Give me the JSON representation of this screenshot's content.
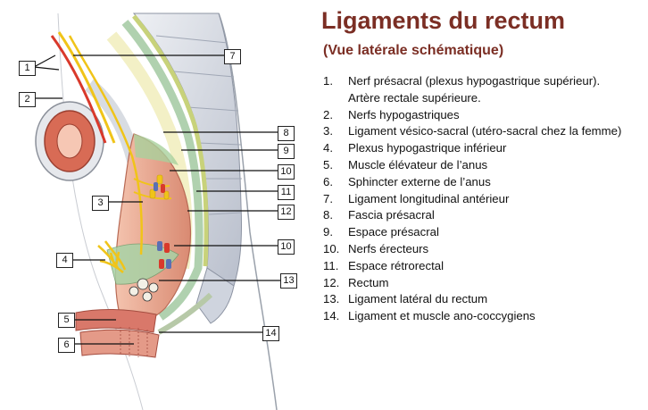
{
  "title": "Ligaments du rectum",
  "subtitle": "(Vue latérale schématique)",
  "legend": [
    {
      "num": "1.",
      "text": "Nerf présacral (plexus hypogastrique supérieur).\nArtère rectale supérieure."
    },
    {
      "num": "2.",
      "text": "Nerfs hypogastriques"
    },
    {
      "num": "3.",
      "text": "Ligament vésico-sacral (utéro-sacral chez la femme)"
    },
    {
      "num": "4.",
      "text": "Plexus hypogastrique inférieur"
    },
    {
      "num": "5.",
      "text": "Muscle élévateur de l’anus"
    },
    {
      "num": "6.",
      "text": "Sphincter externe de l’anus"
    },
    {
      "num": "7.",
      "text": "Ligament longitudinal antérieur"
    },
    {
      "num": "8.",
      "text": "Fascia présacral"
    },
    {
      "num": "9.",
      "text": "Espace présacral"
    },
    {
      "num": "10.",
      "text": "Nerfs érecteurs"
    },
    {
      "num": "11.",
      "text": "Espace rétrorectal"
    },
    {
      "num": "12.",
      "text": "Rectum"
    },
    {
      "num": "13.",
      "text": "Ligament latéral du rectum"
    },
    {
      "num": "14.",
      "text": "Ligament et muscle ano-coccygiens"
    }
  ],
  "callouts": {
    "c1": "1",
    "c2": "2",
    "c3": "3",
    "c4": "4",
    "c5": "5",
    "c6": "6",
    "c7": "7",
    "c8": "8",
    "c9": "9",
    "c10a": "10",
    "c10b": "10",
    "c11": "11",
    "c12": "12",
    "c13": "13",
    "c14": "14"
  },
  "colors": {
    "title": "#7b2e24",
    "rectum": "#e8a58c",
    "nerve": "#f0c419",
    "fascia": "#b8d7b0",
    "bone": "#d9dde6",
    "artery": "#d9392b"
  }
}
